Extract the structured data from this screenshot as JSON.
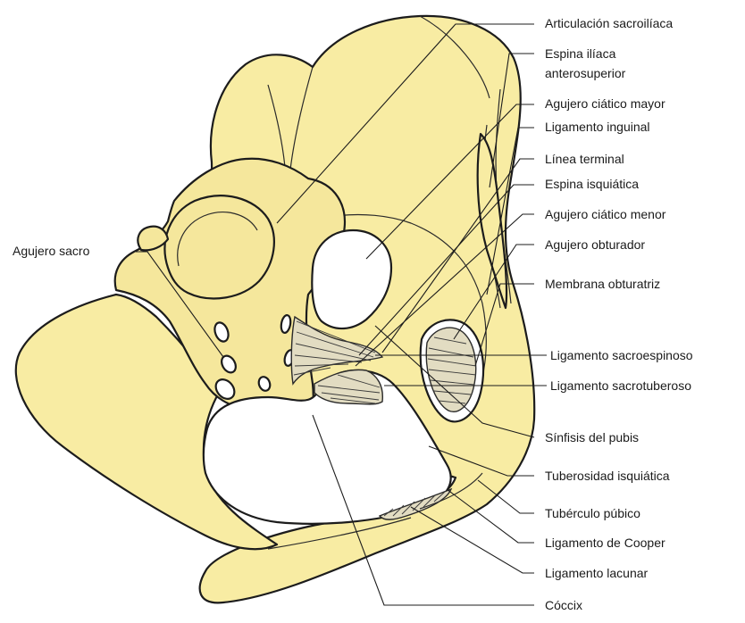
{
  "labels": {
    "articulacion_sacroiliaca": "Articulación sacroilíaca",
    "espina_iliaca_l1": "Espina ilíaca",
    "espina_iliaca_l2": "anterosuperior",
    "agujero_ciatico_mayor": "Agujero ciático mayor",
    "ligamento_inguinal": "Ligamento inguinal",
    "linea_terminal": "Línea terminal",
    "espina_isquiatica": "Espina isquiática",
    "agujero_ciatico_menor": "Agujero ciático menor",
    "agujero_obturador": "Agujero obturador",
    "membrana_obturatriz": "Membrana obturatriz",
    "ligamento_sacroespinoso": "Ligamento sacroespinoso",
    "ligamento_sacrotuberoso": "Ligamento sacrotuberoso",
    "sinfisis_del_pubis": "Sínfisis del pubis",
    "tuberosidad_isquiatica": "Tuberosidad isquiática",
    "tuberculo_pubico": "Tubérculo púbico",
    "ligamento_de_cooper": "Ligamento de Cooper",
    "ligamento_lacunar": "Ligamento lacunar",
    "coccix": "Cóccix",
    "agujero_sacro": "Agujero sacro"
  },
  "colors": {
    "bone": "#f8eca3",
    "outline": "#1c1c1c",
    "background": "#ffffff"
  }
}
